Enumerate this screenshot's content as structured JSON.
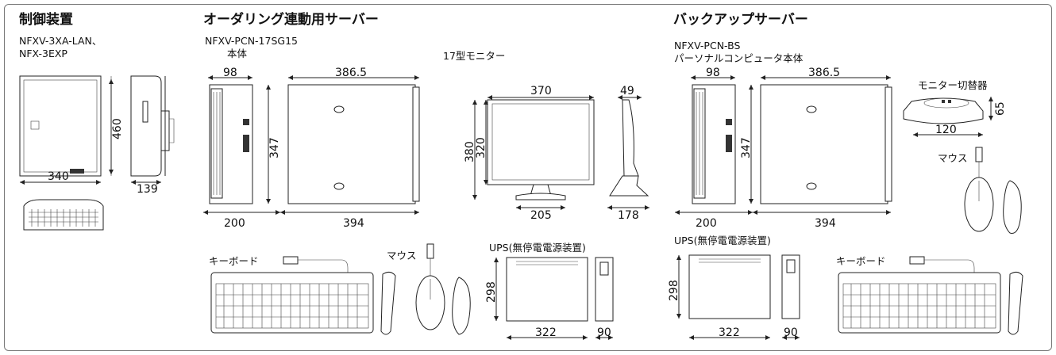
{
  "sections": {
    "control": {
      "title": "制御装置",
      "model_line1": "NFXV-3XA-LAN、",
      "model_line2": "NFX-3EXP",
      "dims": {
        "width": "340",
        "height": "460",
        "depth": "139"
      }
    },
    "ordering": {
      "title": "オーダリング連動用サーバー",
      "model_line1": "NFXV-PCN-17SG15",
      "model_line2": "本体",
      "pc_dims": {
        "front_w": "98",
        "side_w": "386.5",
        "height": "347",
        "bottom_left": "200",
        "bottom_right": "394"
      },
      "monitor": {
        "label": "17型モニター",
        "width": "370",
        "depth": "49",
        "h_outer": "380",
        "h_inner": "320",
        "stand_w": "205",
        "stand_d": "178"
      },
      "keyboard_label": "キーボード",
      "mouse_label": "マウス",
      "ups": {
        "label": "UPS(無停電電源装置)",
        "height": "298",
        "width": "322",
        "depth": "90"
      }
    },
    "backup": {
      "title": "バックアップサーバー",
      "model_line1": "NFXV-PCN-BS",
      "model_line2": "パーソナルコンピュータ本体",
      "pc_dims": {
        "front_w": "98",
        "side_w": "386.5",
        "height": "347",
        "bottom_left": "200",
        "bottom_right": "394"
      },
      "switcher": {
        "label": "モニター切替器",
        "height": "65",
        "width": "120"
      },
      "mouse_label": "マウス",
      "keyboard_label": "キーボード",
      "ups": {
        "label": "UPS(無停電電源装置)",
        "height": "298",
        "width": "322",
        "depth": "90"
      }
    }
  }
}
